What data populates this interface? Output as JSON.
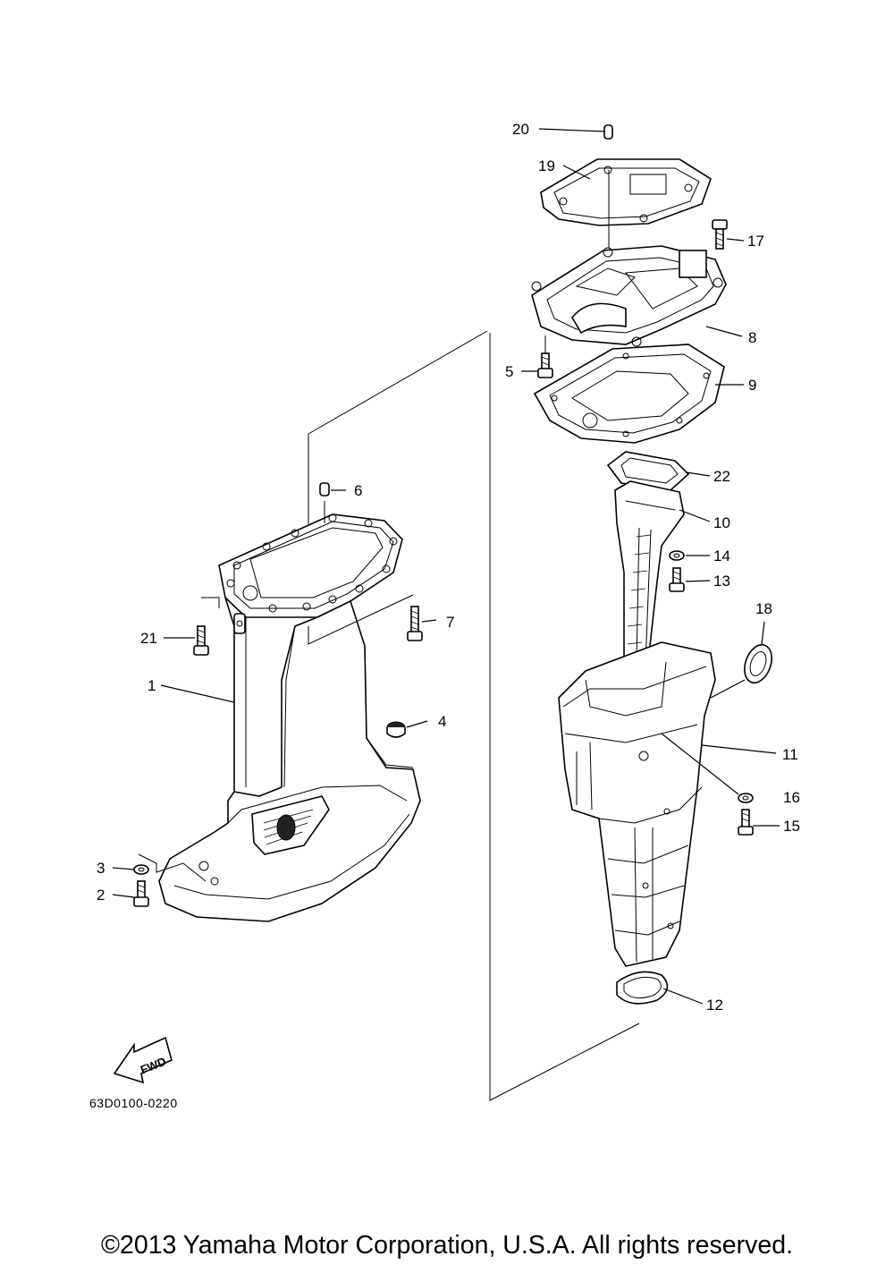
{
  "callouts": [
    "1",
    "2",
    "3",
    "4",
    "5",
    "6",
    "7",
    "8",
    "9",
    "10",
    "11",
    "12",
    "13",
    "14",
    "15",
    "16",
    "17",
    "18",
    "19",
    "20",
    "21",
    "22"
  ],
  "fwd_label": "FWD",
  "drawing_code": "63D0100-0220",
  "copyright": "©2013 Yamaha Motor Corporation, U.S.A. All rights reserved."
}
